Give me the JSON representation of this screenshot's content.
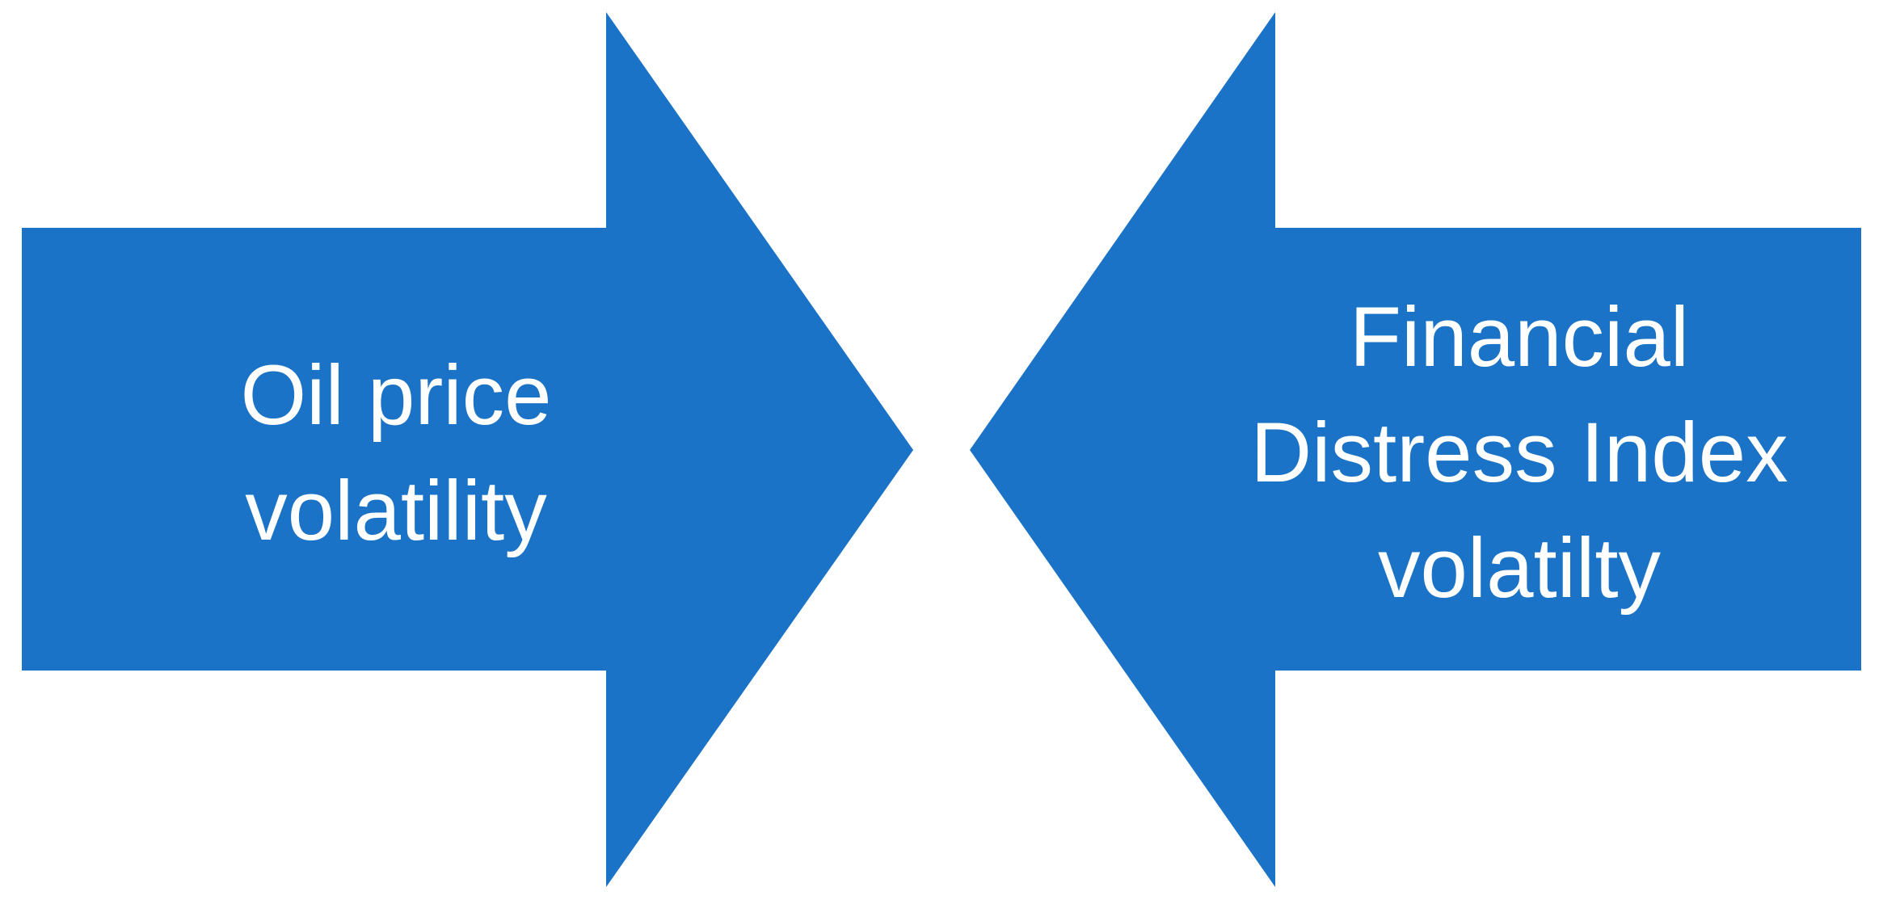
{
  "colors": {
    "arrow_fill": "#1a73c6",
    "text": "#ffffff",
    "background": "#ffffff"
  },
  "left_arrow": {
    "direction": "right",
    "label_lines": [
      "Oil price",
      "volatility"
    ]
  },
  "right_arrow": {
    "direction": "left",
    "label_lines": [
      "Financial",
      "Distress Index",
      "volatilty"
    ]
  }
}
